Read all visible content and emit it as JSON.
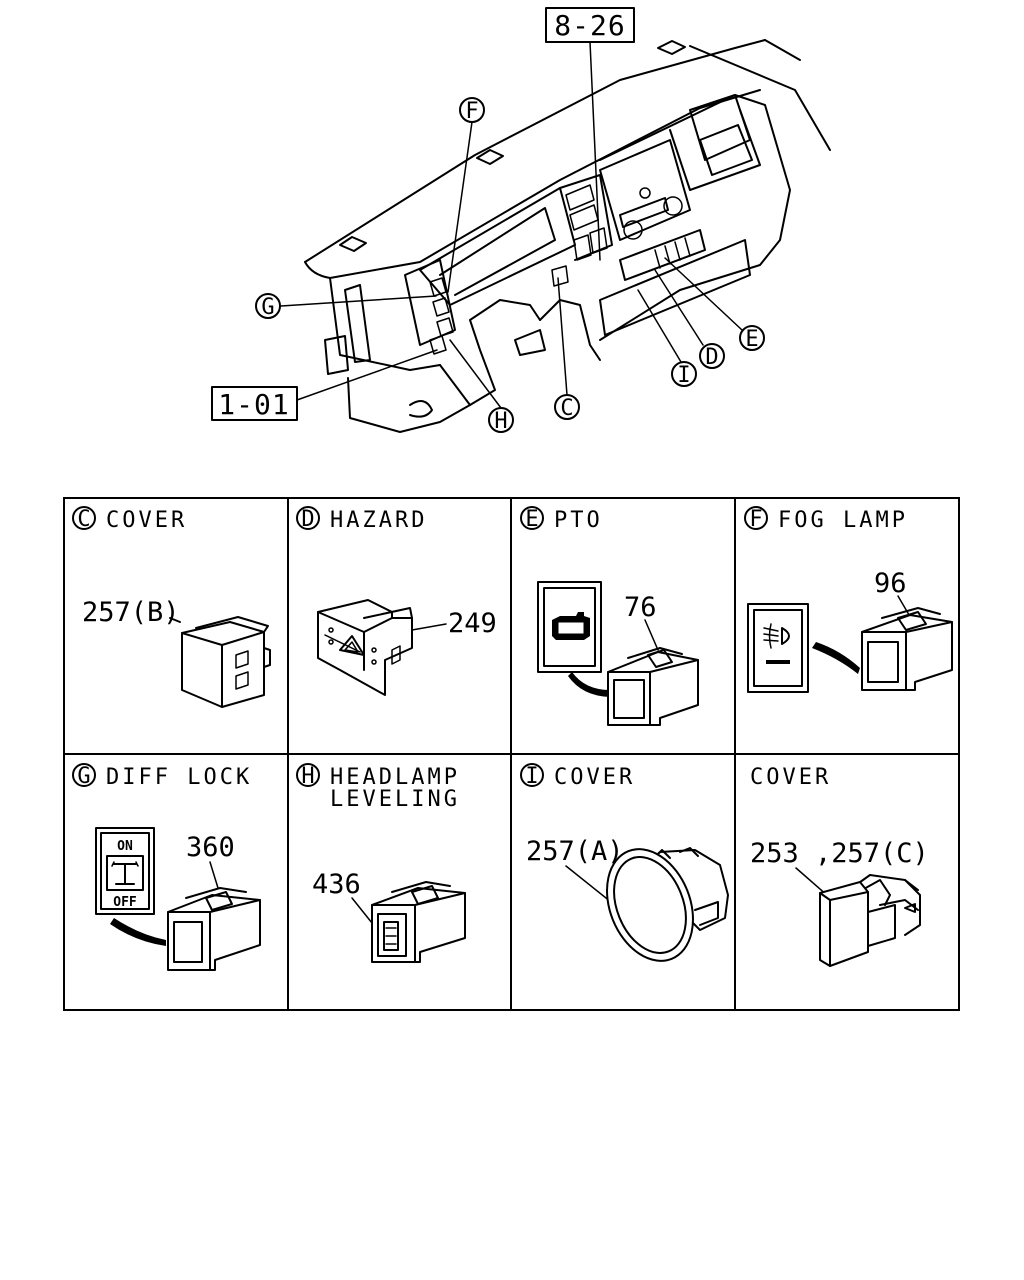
{
  "overview": {
    "ref_top": "8-26",
    "ref_left": "1-01",
    "callouts": [
      "F",
      "G",
      "H",
      "C",
      "I",
      "D",
      "E"
    ]
  },
  "panels": [
    {
      "id": "C",
      "title": "COVER",
      "part": "257(B)"
    },
    {
      "id": "D",
      "title": "HAZARD",
      "part": "249"
    },
    {
      "id": "E",
      "title": "PTO",
      "part": "76"
    },
    {
      "id": "F",
      "title": "FOG LAMP",
      "part": "96"
    },
    {
      "id": "G",
      "title": "DIFF LOCK",
      "part": "360",
      "switch_on": "ON",
      "switch_off": "OFF"
    },
    {
      "id": "H",
      "title_line1": "HEADLAMP",
      "title_line2": "LEVELING",
      "part": "436"
    },
    {
      "id": "I",
      "title": "COVER",
      "part": "257(A)"
    },
    {
      "id": "",
      "title": "COVER",
      "part": "253 ,257(C)"
    }
  ]
}
